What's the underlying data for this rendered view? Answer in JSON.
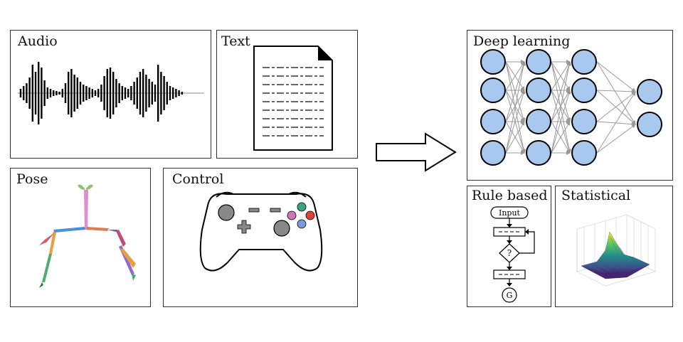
{
  "panels": {
    "audio": {
      "label": "Audio"
    },
    "text": {
      "label": "Text"
    },
    "pose": {
      "label": "Pose"
    },
    "control": {
      "label": "Control"
    },
    "deep_learning": {
      "label": "Deep learning"
    },
    "rule_based": {
      "label": "Rule based",
      "input_label": "Input",
      "decision_label": "?",
      "goal_label": "G"
    },
    "statistical": {
      "label": "Statistical"
    }
  },
  "colors": {
    "node_fill": "#a9c8ee",
    "edge": "#999999",
    "controller_red": "#d9423a",
    "controller_green": "#39a37a",
    "controller_pink": "#cc77b0",
    "controller_blue": "#7f97d9"
  }
}
